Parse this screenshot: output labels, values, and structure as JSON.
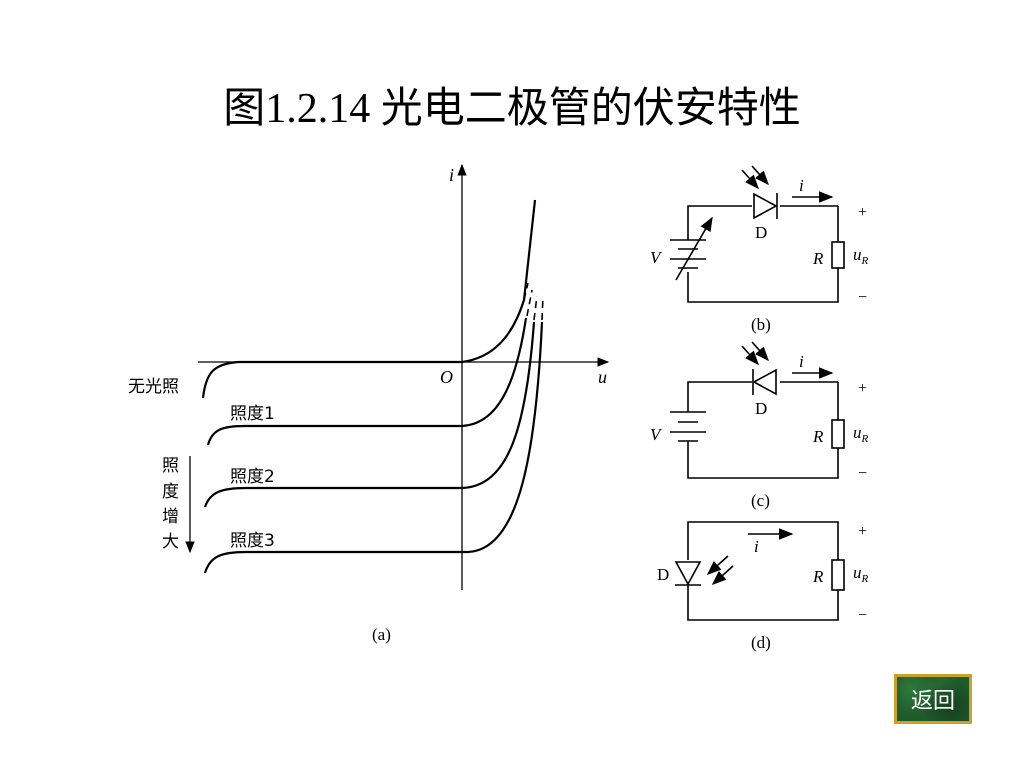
{
  "title": "图1.2.14 光电二极管的伏安特性",
  "diagram_a": {
    "axis_i": "i",
    "axis_u": "u",
    "origin": "O",
    "curves": [
      "无光照",
      "照度1",
      "照度2",
      "照度3"
    ],
    "arrow_label": [
      "照",
      "度",
      "增",
      "大"
    ],
    "caption": "(a)"
  },
  "diagram_b": {
    "current": "i",
    "source": "V",
    "diode": "D",
    "resistor": "R",
    "voltage": "u",
    "voltage_sub": "R",
    "plus": "+",
    "minus": "−",
    "caption": "(b)"
  },
  "diagram_c": {
    "current": "i",
    "source": "V",
    "diode": "D",
    "resistor": "R",
    "voltage": "u",
    "voltage_sub": "R",
    "plus": "+",
    "minus": "−",
    "caption": "(c)"
  },
  "diagram_d": {
    "current": "i",
    "diode": "D",
    "resistor": "R",
    "voltage": "u",
    "voltage_sub": "R",
    "plus": "+",
    "minus": "−",
    "caption": "(d)"
  },
  "back_button": "返回"
}
